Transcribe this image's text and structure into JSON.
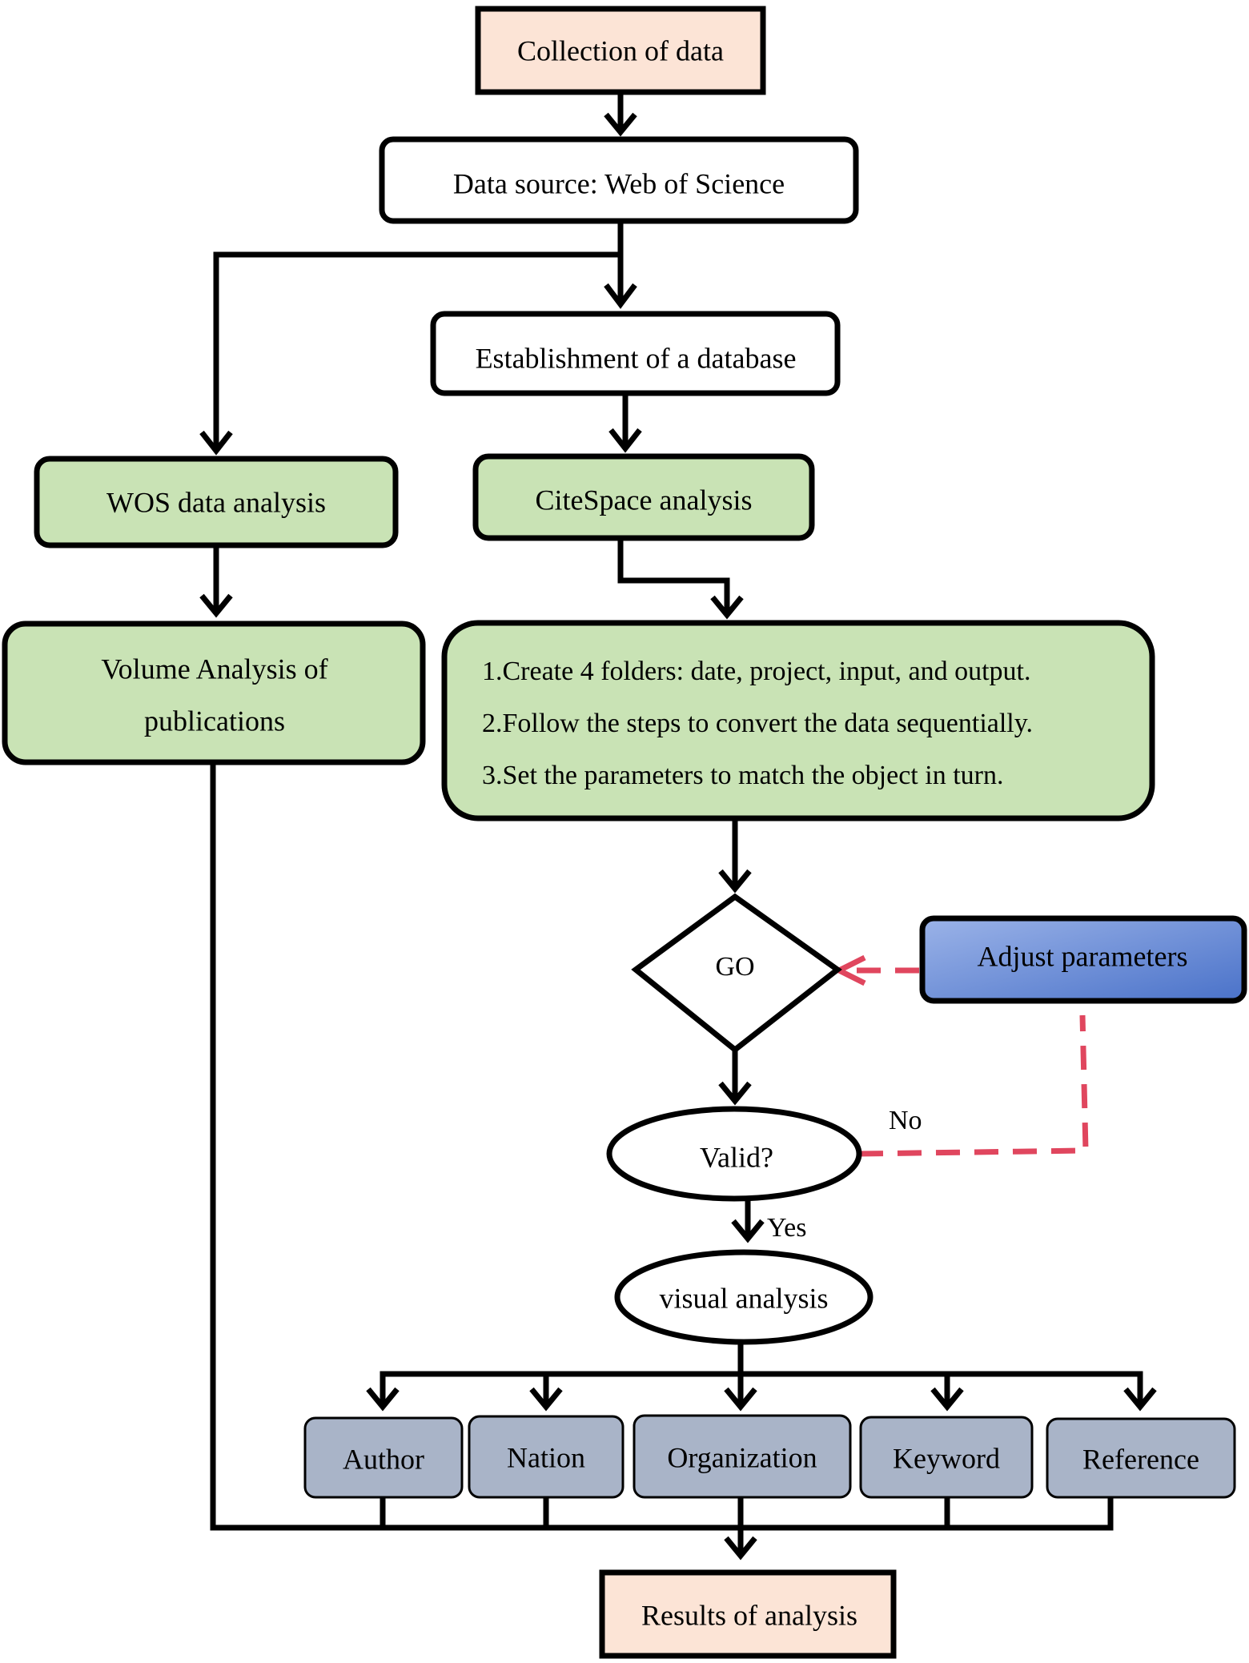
{
  "diagram": {
    "colors": {
      "cream": "#fce4d6",
      "green": "#c9e3b5",
      "white": "#ffffff",
      "slate": "#a9b4c8",
      "blue_light": "#9bb3e8",
      "blue_dark": "#4a72c9",
      "feedback_dash": "#e0465e",
      "stroke": "#000000"
    },
    "nodes": {
      "collection": "Collection of data",
      "data_source": "Data source: Web of Science",
      "establishment": "Establishment of a database",
      "wos_analysis": "WOS data analysis",
      "citespace": "CiteSpace analysis",
      "volume_line1": "Volume Analysis of",
      "volume_line2": "publications",
      "steps": [
        "1.Create 4 folders: date, project, input, and output.",
        "2.Follow the steps to convert the data sequentially.",
        "3.Set the parameters to match the object in turn."
      ],
      "go": "GO",
      "adjust": "Adjust parameters",
      "valid": "Valid?",
      "visual": "visual analysis",
      "categories": [
        "Author",
        "Nation",
        "Organization",
        "Keyword",
        "Reference"
      ],
      "results": "Results of analysis"
    },
    "edge_labels": {
      "no": "No",
      "yes": "Yes"
    }
  }
}
